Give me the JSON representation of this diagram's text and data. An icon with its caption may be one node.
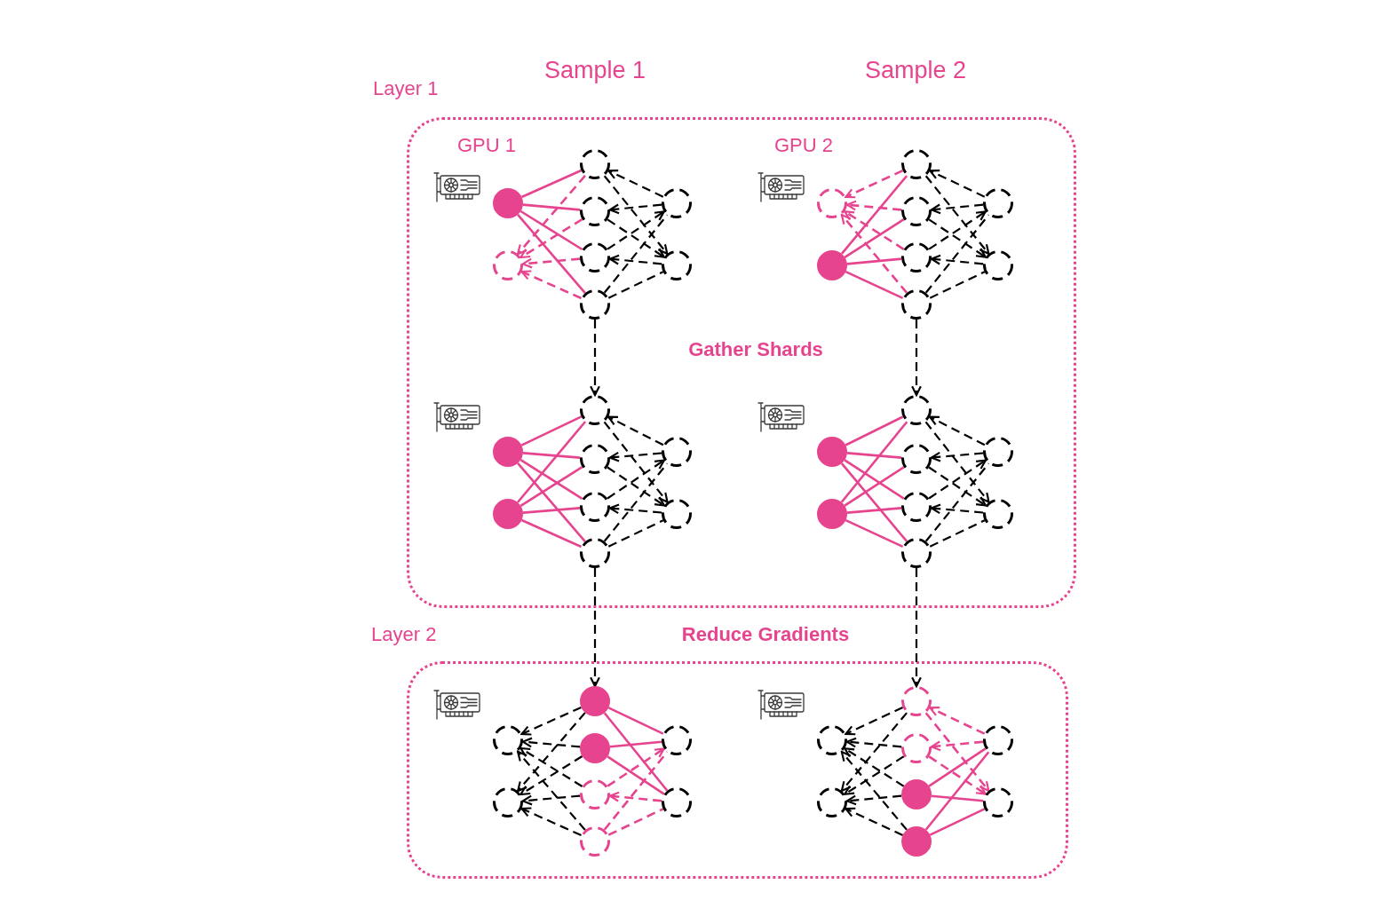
{
  "diagram": {
    "nodes": [
      {
        "text": [
          "Layer 1"
        ]
      },
      {
        "text": [],
        "shape": "circle",
        "in": 0
      },
      {
        "text": [],
        "shape": "circle",
        "in": 0
      },
      {
        "text": [],
        "shape": "circle",
        "in": 0
      },
      {
        "text": [],
        "shape": "circle",
        "in": 0
      },
      {
        "text": [],
        "shape": "circle",
        "in": 0
      },
      {
        "text": [],
        "shape": "circle",
        "in": 0
      },
      {
        "text": [],
        "shape": "circle",
        "in": 0
      },
      {
        "text": [],
        "shape": "circle",
        "in": 0
      },
      {
        "text": [],
        "shape": "circle",
        "in": 0
      },
      {
        "text": [],
        "shape": "circle",
        "in": 0
      },
      {
        "text": [],
        "shape": "circle",
        "in": 0
      },
      {
        "text": [],
        "shape": "circle",
        "in": 0
      },
      {
        "text": [],
        "shape": "circle",
        "in": 0
      },
      {
        "text": [],
        "shape": "circle",
        "in": 0
      },
      {
        "text": [],
        "shape": "circle",
        "in": 0
      },
      {
        "text": [],
        "shape": "circle",
        "in": 0
      },
      {
        "text": [],
        "shape": "circle",
        "in": 0
      },
      {
        "text": [],
        "shape": "circle",
        "in": 0
      },
      {
        "text": [],
        "shape": "circle",
        "in": 0
      },
      {
        "text": [],
        "shape": "circle",
        "in": 0
      },
      {
        "text": [],
        "shape": "circle",
        "in": 0
      },
      {
        "text": [],
        "shape": "circle",
        "in": 0
      },
      {
        "text": [],
        "shape": "circle",
        "in": 0
      },
      {
        "text": [],
        "shape": "circle",
        "in": 0
      },
      {
        "text": [],
        "shape": "circle",
        "in": 0
      },
      {
        "text": [],
        "shape": "circle",
        "in": 0
      },
      {
        "text": [],
        "shape": "circle",
        "in": 0
      },
      {
        "text": [],
        "shape": "circle",
        "in": 0
      },
      {
        "text": [],
        "shape": "circle",
        "in": 0
      },
      {
        "text": [],
        "shape": "circle",
        "in": 0
      },
      {
        "text": [],
        "shape": "circle",
        "in": 0
      },
      {
        "text": [],
        "shape": "circle",
        "in": 0
      },
      {
        "text": [
          "Layer 2"
        ]
      },
      {
        "text": [],
        "shape": "circle",
        "in": 33
      },
      {
        "text": [],
        "shape": "circle",
        "in": 33
      },
      {
        "text": [],
        "shape": "circle",
        "in": 33
      },
      {
        "text": [],
        "shape": "circle",
        "in": 33
      },
      {
        "text": [],
        "shape": "circle",
        "in": 33
      },
      {
        "text": [],
        "shape": "circle",
        "in": 33
      },
      {
        "text": [],
        "shape": "circle",
        "in": 33
      },
      {
        "text": [],
        "shape": "circle",
        "in": 33
      },
      {
        "text": [],
        "shape": "circle",
        "in": 33
      },
      {
        "text": [],
        "shape": "circle",
        "in": 33
      },
      {
        "text": [],
        "shape": "circle",
        "in": 33
      },
      {
        "text": [],
        "shape": "circle",
        "in": 33
      },
      {
        "text": [],
        "shape": "circle",
        "in": 33
      },
      {
        "text": [],
        "shape": "circle",
        "in": 33
      },
      {
        "text": [],
        "shape": "circle",
        "in": 33
      },
      {
        "text": [],
        "shape": "circle",
        "in": 33
      }
    ],
    "edges": [
      {
        "from": 1,
        "to": 3,
        "arrow": "none",
        "color": "#e6448e"
      },
      {
        "from": 1,
        "to": 4,
        "arrow": "none",
        "color": "#e6448e"
      },
      {
        "from": 1,
        "to": 5,
        "arrow": "none",
        "color": "#e6448e"
      },
      {
        "from": 1,
        "to": 6,
        "arrow": "none",
        "color": "#e6448e"
      },
      {
        "from": 3,
        "to": 2,
        "arrow": "to",
        "style": "dashed",
        "color": "#e6448e"
      },
      {
        "from": 4,
        "to": 2,
        "arrow": "to",
        "style": "dashed",
        "color": "#e6448e"
      },
      {
        "from": 5,
        "to": 2,
        "arrow": "to",
        "style": "dashed",
        "color": "#e6448e"
      },
      {
        "from": 6,
        "to": 2,
        "arrow": "to",
        "style": "dashed",
        "color": "#e6448e"
      },
      {
        "from": 7,
        "to": 3,
        "arrow": "to",
        "style": "dashed"
      },
      {
        "from": 3,
        "to": 8,
        "arrow": "to",
        "style": "dashed"
      },
      {
        "from": 7,
        "to": 4,
        "arrow": "to",
        "style": "dashed"
      },
      {
        "from": 4,
        "to": 8,
        "arrow": "to",
        "style": "dashed"
      },
      {
        "from": 8,
        "to": 5,
        "arrow": "to",
        "style": "dashed"
      },
      {
        "from": 5,
        "to": 7,
        "arrow": "to",
        "style": "dashed"
      },
      {
        "from": 6,
        "to": 7,
        "arrow": "none",
        "style": "dashed"
      },
      {
        "from": 6,
        "to": 8,
        "arrow": "none",
        "style": "dashed"
      },
      {
        "from": 11,
        "to": 9,
        "arrow": "to",
        "style": "dashed",
        "color": "#e6448e"
      },
      {
        "from": 12,
        "to": 9,
        "arrow": "to",
        "style": "dashed",
        "color": "#e6448e"
      },
      {
        "from": 13,
        "to": 9,
        "arrow": "to",
        "style": "dashed",
        "color": "#e6448e"
      },
      {
        "from": 14,
        "to": 9,
        "arrow": "to",
        "style": "dashed",
        "color": "#e6448e"
      },
      {
        "from": 10,
        "to": 11,
        "arrow": "none",
        "color": "#e6448e"
      },
      {
        "from": 10,
        "to": 12,
        "arrow": "none",
        "color": "#e6448e"
      },
      {
        "from": 10,
        "to": 13,
        "arrow": "none",
        "color": "#e6448e"
      },
      {
        "from": 10,
        "to": 14,
        "arrow": "none",
        "color": "#e6448e"
      },
      {
        "from": 15,
        "to": 11,
        "arrow": "to",
        "style": "dashed"
      },
      {
        "from": 11,
        "to": 16,
        "arrow": "to",
        "style": "dashed"
      },
      {
        "from": 15,
        "to": 12,
        "arrow": "to",
        "style": "dashed"
      },
      {
        "from": 12,
        "to": 16,
        "arrow": "to",
        "style": "dashed"
      },
      {
        "from": 16,
        "to": 13,
        "arrow": "to",
        "style": "dashed"
      },
      {
        "from": 13,
        "to": 15,
        "arrow": "to",
        "style": "dashed"
      },
      {
        "from": 14,
        "to": 15,
        "arrow": "none",
        "style": "dashed"
      },
      {
        "from": 14,
        "to": 16,
        "arrow": "none",
        "style": "dashed"
      },
      {
        "from": 17,
        "to": 19,
        "arrow": "none",
        "color": "#e6448e"
      },
      {
        "from": 17,
        "to": 20,
        "arrow": "none",
        "color": "#e6448e"
      },
      {
        "from": 17,
        "to": 21,
        "arrow": "none",
        "color": "#e6448e"
      },
      {
        "from": 17,
        "to": 22,
        "arrow": "none",
        "color": "#e6448e"
      },
      {
        "from": 18,
        "to": 19,
        "arrow": "none",
        "color": "#e6448e"
      },
      {
        "from": 18,
        "to": 20,
        "arrow": "none",
        "color": "#e6448e"
      },
      {
        "from": 18,
        "to": 21,
        "arrow": "none",
        "color": "#e6448e"
      },
      {
        "from": 18,
        "to": 22,
        "arrow": "none",
        "color": "#e6448e"
      },
      {
        "from": 23,
        "to": 19,
        "arrow": "to",
        "style": "dashed"
      },
      {
        "from": 19,
        "to": 24,
        "arrow": "to",
        "style": "dashed"
      },
      {
        "from": 23,
        "to": 20,
        "arrow": "to",
        "style": "dashed"
      },
      {
        "from": 20,
        "to": 24,
        "arrow": "to",
        "style": "dashed"
      },
      {
        "from": 24,
        "to": 21,
        "arrow": "to",
        "style": "dashed"
      },
      {
        "from": 21,
        "to": 23,
        "arrow": "to",
        "style": "dashed"
      },
      {
        "from": 22,
        "to": 23,
        "arrow": "none",
        "style": "dashed"
      },
      {
        "from": 22,
        "to": 24,
        "arrow": "none",
        "style": "dashed"
      },
      {
        "from": 25,
        "to": 27,
        "arrow": "none",
        "color": "#e6448e"
      },
      {
        "from": 25,
        "to": 28,
        "arrow": "none",
        "color": "#e6448e"
      },
      {
        "from": 25,
        "to": 29,
        "arrow": "none",
        "color": "#e6448e"
      },
      {
        "from": 25,
        "to": 30,
        "arrow": "none",
        "color": "#e6448e"
      },
      {
        "from": 26,
        "to": 27,
        "arrow": "none",
        "color": "#e6448e"
      },
      {
        "from": 26,
        "to": 28,
        "arrow": "none",
        "color": "#e6448e"
      },
      {
        "from": 26,
        "to": 29,
        "arrow": "none",
        "color": "#e6448e"
      },
      {
        "from": 26,
        "to": 30,
        "arrow": "none",
        "color": "#e6448e"
      },
      {
        "from": 31,
        "to": 27,
        "arrow": "to",
        "style": "dashed"
      },
      {
        "from": 27,
        "to": 32,
        "arrow": "to",
        "style": "dashed"
      },
      {
        "from": 31,
        "to": 28,
        "arrow": "to",
        "style": "dashed"
      },
      {
        "from": 28,
        "to": 32,
        "arrow": "to",
        "style": "dashed"
      },
      {
        "from": 32,
        "to": 29,
        "arrow": "to",
        "style": "dashed"
      },
      {
        "from": 29,
        "to": 31,
        "arrow": "to",
        "style": "dashed"
      },
      {
        "from": 30,
        "to": 31,
        "arrow": "none",
        "style": "dashed"
      },
      {
        "from": 30,
        "to": 32,
        "arrow": "none",
        "style": "dashed"
      },
      {
        "from": 36,
        "to": 34,
        "arrow": "to",
        "style": "dashed"
      },
      {
        "from": 37,
        "to": 34,
        "arrow": "to",
        "style": "dashed"
      },
      {
        "from": 38,
        "to": 34,
        "arrow": "to",
        "style": "dashed"
      },
      {
        "from": 39,
        "to": 34,
        "arrow": "to",
        "style": "dashed"
      },
      {
        "from": 36,
        "to": 35,
        "arrow": "to",
        "style": "dashed"
      },
      {
        "from": 37,
        "to": 35,
        "arrow": "to",
        "style": "dashed"
      },
      {
        "from": 38,
        "to": 35,
        "arrow": "to",
        "style": "dashed"
      },
      {
        "from": 39,
        "to": 35,
        "arrow": "to",
        "style": "dashed"
      },
      {
        "from": 36,
        "to": 40,
        "arrow": "none",
        "color": "#e6448e"
      },
      {
        "from": 36,
        "to": 41,
        "arrow": "none",
        "color": "#e6448e"
      },
      {
        "from": 37,
        "to": 40,
        "arrow": "none",
        "color": "#e6448e"
      },
      {
        "from": 37,
        "to": 41,
        "arrow": "none",
        "color": "#e6448e"
      },
      {
        "from": 41,
        "to": 38,
        "arrow": "to",
        "style": "dashed",
        "color": "#e6448e"
      },
      {
        "from": 38,
        "to": 40,
        "arrow": "to",
        "style": "dashed",
        "color": "#e6448e"
      },
      {
        "from": 39,
        "to": 40,
        "arrow": "none",
        "style": "dashed",
        "color": "#e6448e"
      },
      {
        "from": 39,
        "to": 41,
        "arrow": "none",
        "style": "dashed",
        "color": "#e6448e"
      },
      {
        "from": 44,
        "to": 42,
        "arrow": "to",
        "style": "dashed"
      },
      {
        "from": 45,
        "to": 42,
        "arrow": "to",
        "style": "dashed"
      },
      {
        "from": 46,
        "to": 42,
        "arrow": "to",
        "style": "dashed"
      },
      {
        "from": 47,
        "to": 42,
        "arrow": "to",
        "style": "dashed"
      },
      {
        "from": 44,
        "to": 43,
        "arrow": "to",
        "style": "dashed"
      },
      {
        "from": 45,
        "to": 43,
        "arrow": "to",
        "style": "dashed"
      },
      {
        "from": 46,
        "to": 43,
        "arrow": "to",
        "style": "dashed"
      },
      {
        "from": 47,
        "to": 43,
        "arrow": "to",
        "style": "dashed"
      },
      {
        "from": 48,
        "to": 44,
        "arrow": "to",
        "style": "dashed",
        "color": "#e6448e"
      },
      {
        "from": 44,
        "to": 49,
        "arrow": "to",
        "style": "dashed",
        "color": "#e6448e"
      },
      {
        "from": 48,
        "to": 45,
        "arrow": "to",
        "style": "dashed",
        "color": "#e6448e"
      },
      {
        "from": 45,
        "to": 49,
        "arrow": "to",
        "style": "dashed",
        "color": "#e6448e"
      },
      {
        "from": 46,
        "to": 48,
        "arrow": "none",
        "color": "#e6448e"
      },
      {
        "from": 46,
        "to": 49,
        "arrow": "none",
        "color": "#e6448e"
      },
      {
        "from": 47,
        "to": 48,
        "arrow": "none",
        "color": "#e6448e"
      },
      {
        "from": 47,
        "to": 49,
        "arrow": "none",
        "color": "#e6448e"
      },
      {
        "from": 6,
        "to": 19,
        "arrow": "to",
        "style": "dashed"
      },
      {
        "from": 14,
        "to": 27,
        "arrow": "to",
        "style": "dashed"
      },
      {
        "from": 22,
        "to": 36,
        "arrow": "to",
        "style": "dashed"
      },
      {
        "from": 30,
        "to": 44,
        "arrow": "to",
        "style": "dashed"
      }
    ],
    "labels": [
      "Sample 1",
      "Sample 2",
      "GPU 1",
      "GPU 2",
      "Gather Shards",
      "Reduce Gradients"
    ]
  }
}
